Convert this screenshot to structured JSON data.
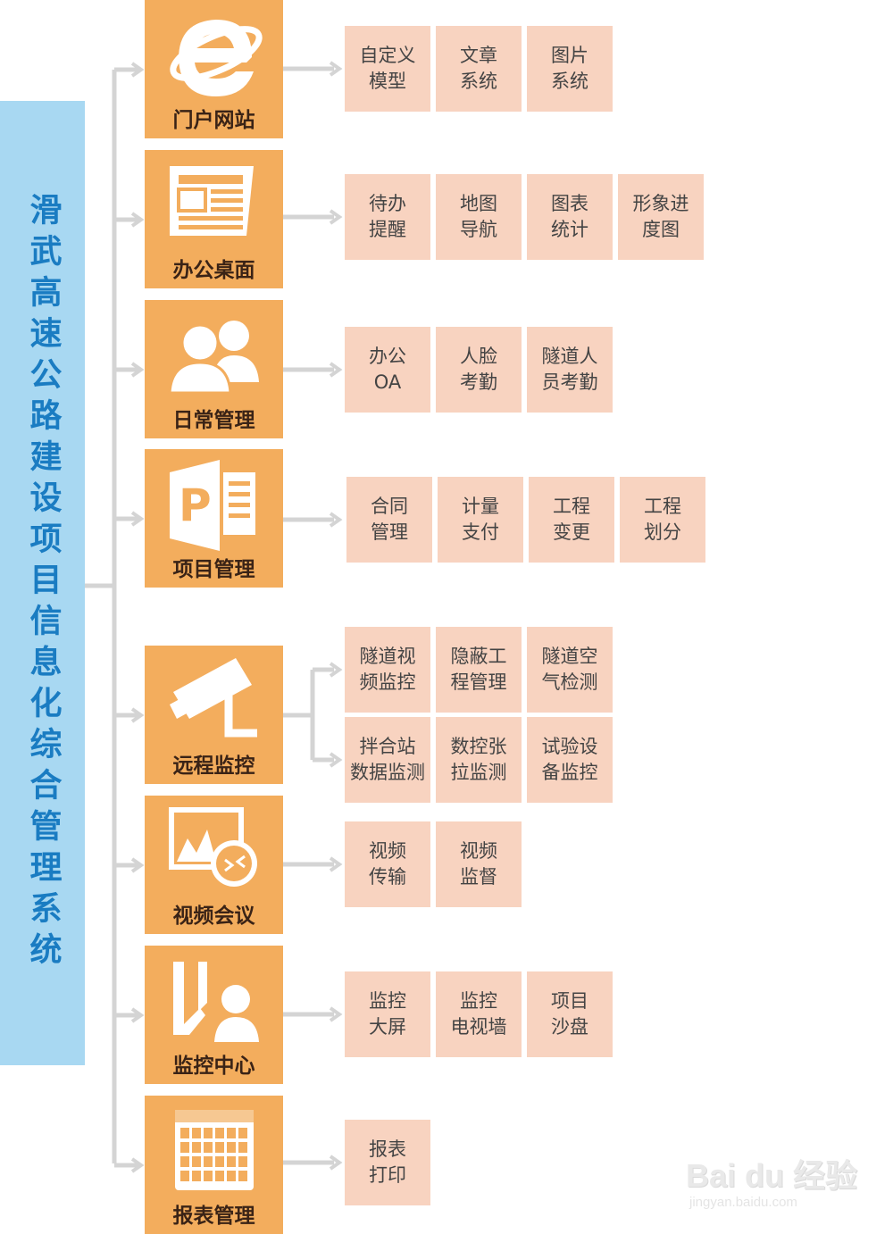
{
  "system_title": "滑武高速公路建设项目信息化综合管理系统",
  "colors": {
    "title_bg": "#a8d8f2",
    "title_text": "#1a7cc2",
    "module_bg": "#f3ad5d",
    "cell_bg": "#f8d3c0",
    "connector": "#d4d4d4"
  },
  "modules": [
    {
      "label": "门户网站",
      "icon": "internet-explorer-icon",
      "items": [
        "自定义\n模型",
        "文章\n系统",
        "图片\n系统"
      ]
    },
    {
      "label": "办公桌面",
      "icon": "newspaper-icon",
      "items": [
        "待办\n提醒",
        "地图\n导航",
        "图表\n统计",
        "形象进\n度图"
      ]
    },
    {
      "label": "日常管理",
      "icon": "users-icon",
      "items": [
        "办公\nOA",
        "人脸\n考勤",
        "隧道人\n员考勤"
      ]
    },
    {
      "label": "项目管理",
      "icon": "powerpoint-icon",
      "items": [
        "合同\n管理",
        "计量\n支付",
        "工程\n变更",
        "工程\n划分"
      ]
    },
    {
      "label": "远程监控",
      "icon": "security-camera-icon",
      "items": [
        "隧道视\n频监控",
        "隐蔽工\n程管理",
        "隧道空\n气检测",
        "拌合站\n数据监测",
        "数控张\n拉监测",
        "试验设\n备监控"
      ]
    },
    {
      "label": "视频会议",
      "icon": "remote-screen-icon",
      "items": [
        "视频\n传输",
        "视频\n监督"
      ]
    },
    {
      "label": "监控中心",
      "icon": "user-monitor-icon",
      "items": [
        "监控\n大屏",
        "监控\n电视墙",
        "项目\n沙盘"
      ]
    },
    {
      "label": "报表管理",
      "icon": "calendar-table-icon",
      "items": [
        "报表\n打印"
      ]
    }
  ],
  "watermark": {
    "logo": "Bai du 经验",
    "url": "jingyan.baidu.com"
  }
}
